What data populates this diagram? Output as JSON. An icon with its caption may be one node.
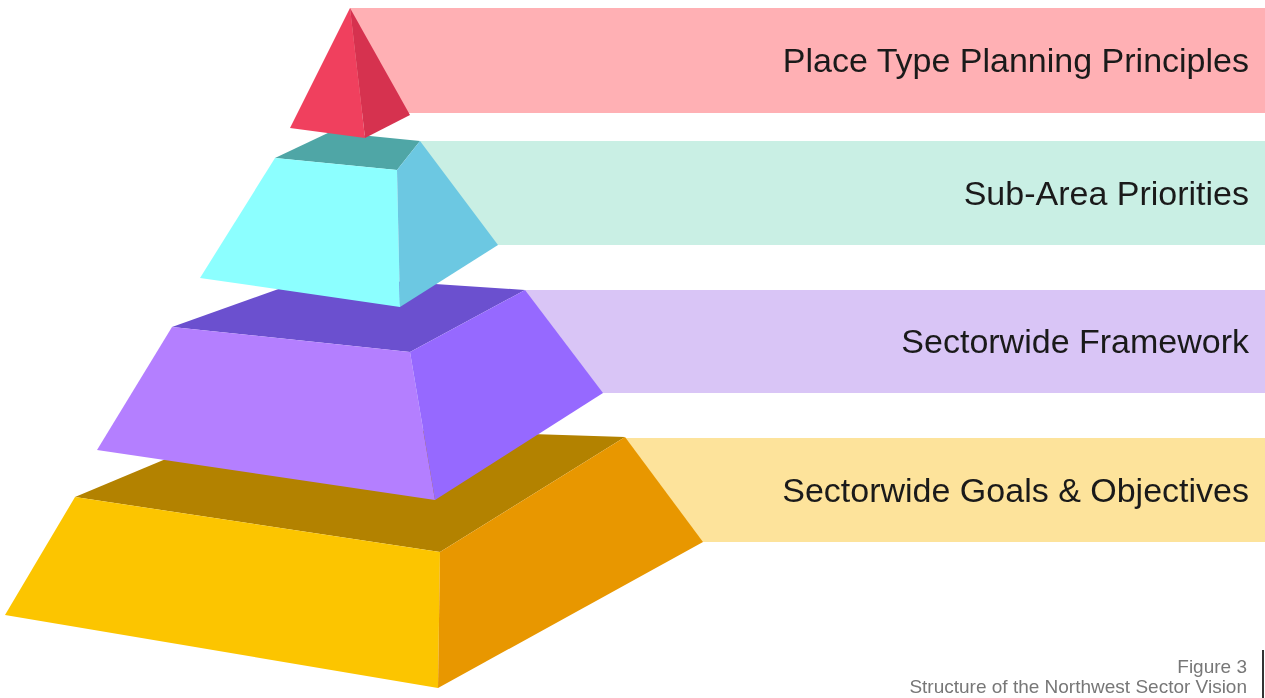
{
  "diagram": {
    "nodes": [
      {
        "text": [
          "Place Type Planning Principles"
        ]
      },
      {
        "text": [
          "Sub-Area Priorities"
        ]
      },
      {
        "text": [
          "Sectorwide Framework"
        ]
      },
      {
        "text": [
          "Sectorwide Goals & Objectives"
        ]
      }
    ],
    "labels": [
      "Figure 3",
      "Structure of the Northwest Sector Vision"
    ]
  }
}
